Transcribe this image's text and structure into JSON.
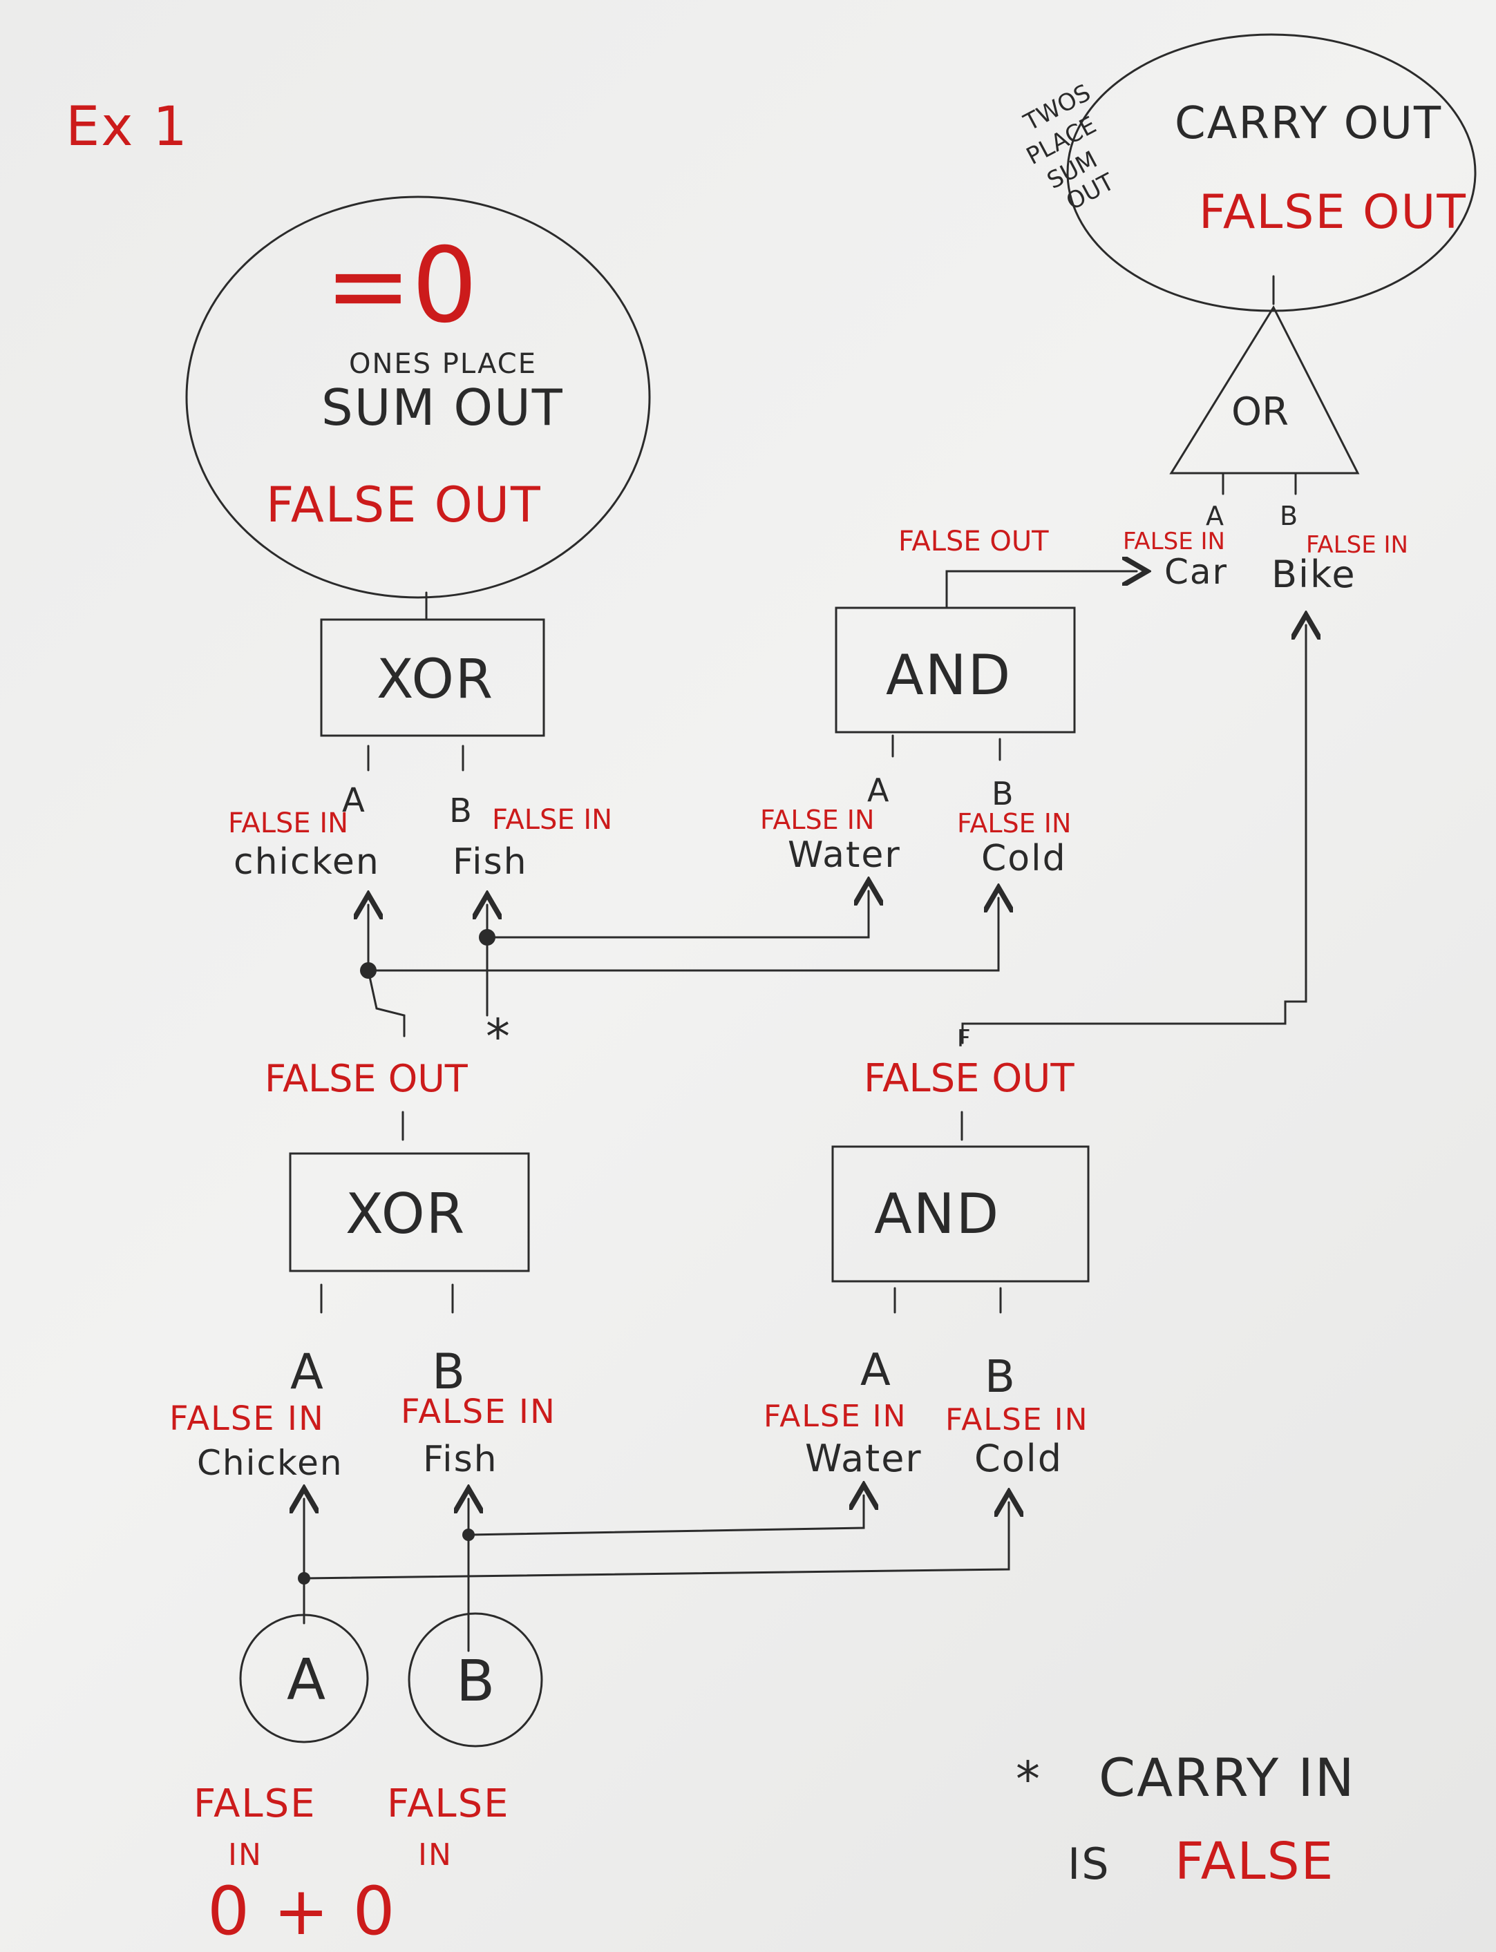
{
  "example_label": "Ex 1",
  "top_left_output": {
    "result": "=0",
    "caption_line1": "ONES PLACE",
    "caption_line2": "SUM OUT",
    "state": "FALSE OUT"
  },
  "top_right_output": {
    "side_note": [
      "TWOS",
      "PLACE",
      "SUM",
      "OUT"
    ],
    "caption": "CARRY OUT",
    "state": "FALSE OUT"
  },
  "or_gate": {
    "label": "OR",
    "input_a": {
      "letter": "A",
      "state": "FALSE IN",
      "name": "Car"
    },
    "input_b": {
      "letter": "B",
      "state": "FALSE IN",
      "name": "Bike"
    }
  },
  "xor_top": {
    "label": "XOR",
    "input_a": {
      "letter": "A",
      "state": "FALSE IN",
      "name": "chicken"
    },
    "input_b": {
      "letter": "B",
      "state": "FALSE IN",
      "name": "Fish"
    }
  },
  "and_top": {
    "label": "AND",
    "output_state": "FALSE OUT",
    "input_a": {
      "letter": "A",
      "state": "FALSE IN",
      "name": "Water"
    },
    "input_b": {
      "letter": "B",
      "state": "FALSE IN",
      "name": "Cold"
    }
  },
  "xor_bottom": {
    "label": "XOR",
    "output_state": "FALSE OUT",
    "input_a": {
      "letter": "A",
      "state": "FALSE IN",
      "name": "Chicken"
    },
    "input_b": {
      "letter": "B",
      "state": "FALSE IN",
      "name": "Fish"
    }
  },
  "and_bottom": {
    "label": "AND",
    "output_state": "FALSE OUT",
    "input_a": {
      "letter": "A",
      "state": "FALSE IN",
      "name": "Water"
    },
    "input_b": {
      "letter": "B",
      "state": "FALSE IN",
      "name": "Cold"
    }
  },
  "inputs": {
    "a": {
      "label": "A",
      "state_line1": "FALSE",
      "state_line2": "IN"
    },
    "b": {
      "label": "B",
      "state_line1": "FALSE",
      "state_line2": "IN"
    },
    "equation": "0 + 0"
  },
  "carry_note": {
    "star": "*",
    "line1_prefix": "* ",
    "line1": "CARRY IN",
    "line2_prefix": "IS ",
    "line2": "FALSE"
  },
  "stray_mark": "F",
  "colors": {
    "ink": "#2a2a2a",
    "red": "#cc1b1b",
    "paper": "#efefee"
  }
}
